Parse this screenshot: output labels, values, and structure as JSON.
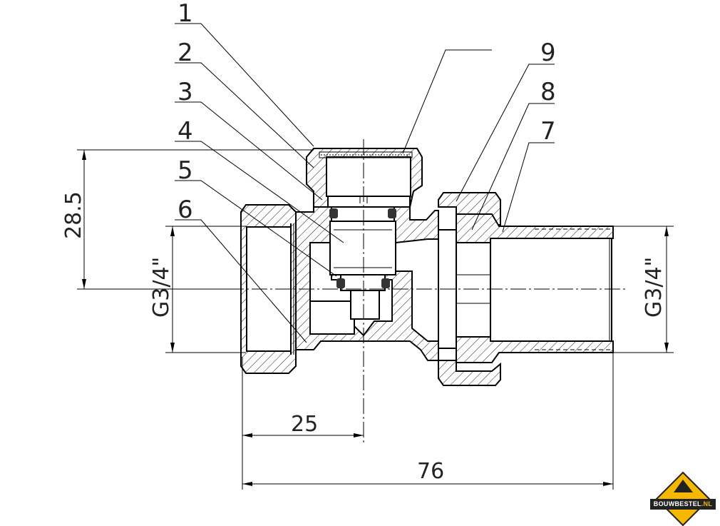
{
  "drawing": {
    "part_labels_left": [
      "1",
      "2",
      "3",
      "4",
      "5",
      "6"
    ],
    "part_labels_right": [
      "9",
      "8",
      "7"
    ],
    "dimensions": {
      "height": "28.5",
      "thread_left": "G3/4\"",
      "thread_right": "G3/4\"",
      "center_offset": "25",
      "overall_length": "76"
    }
  },
  "watermark": {
    "brand": "BOUWBESTEL",
    "tld": ".NL",
    "colors": {
      "yellow": "#f5b800",
      "dark": "#222222"
    }
  }
}
